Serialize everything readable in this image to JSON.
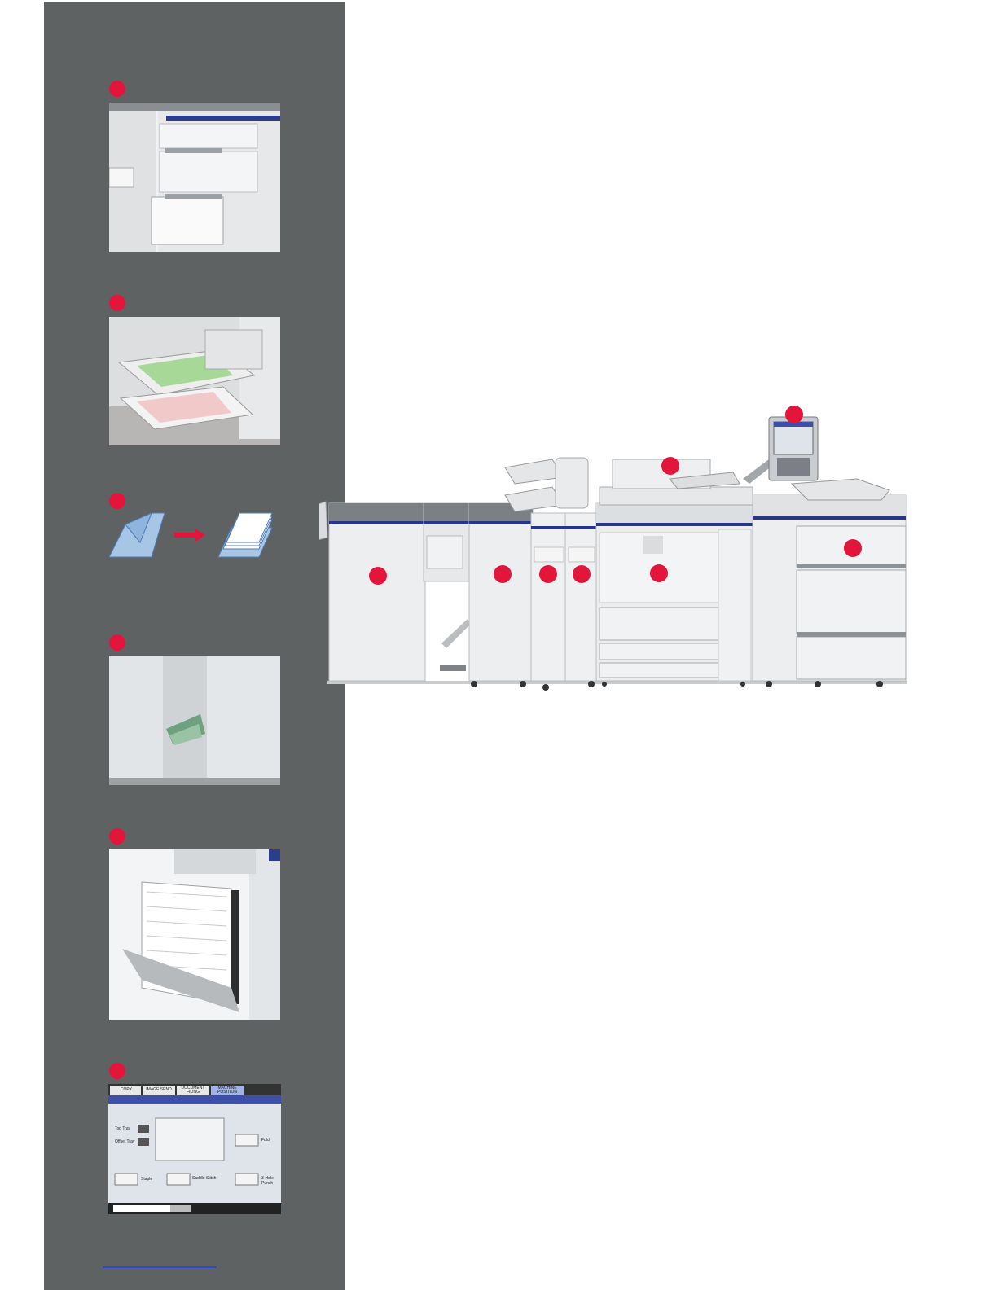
{
  "colors": {
    "sidebar": "#5f6263",
    "marker": "#e3153a",
    "link_rule": "#2a49d4"
  },
  "control_panel": {
    "tabs": [
      "COPY",
      "IMAGE SEND",
      "DOCUMENT FILING",
      "MACHINE POSITION"
    ],
    "labels": [
      "Top Tray",
      "Offset Tray",
      "Staple",
      "Saddle Stitch",
      "Fold",
      "3-Hole Punch"
    ]
  }
}
